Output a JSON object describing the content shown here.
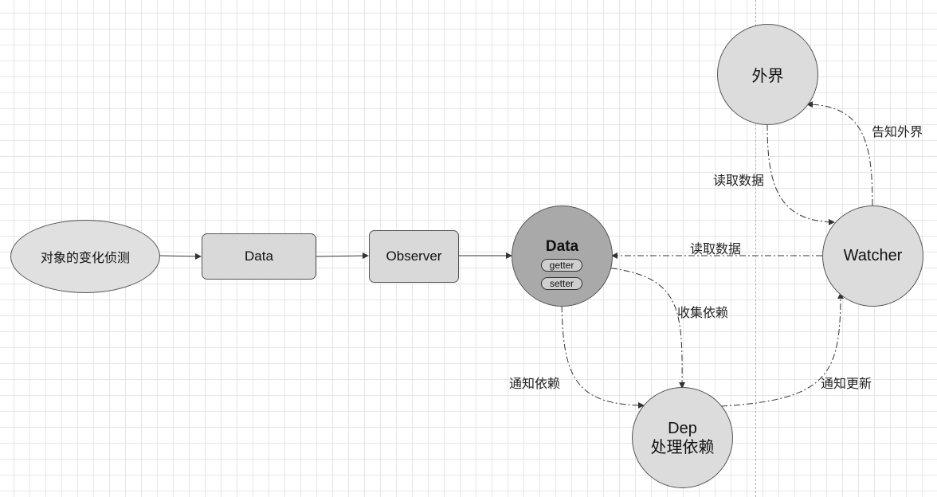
{
  "nodes": {
    "object_detect": "对象的变化侦测",
    "data_rect": "Data",
    "observer": "Observer",
    "data_circle": "Data",
    "getter": "getter",
    "setter": "setter",
    "outside": "外界",
    "watcher": "Watcher",
    "dep_title": "Dep",
    "dep_sub": "处理依赖"
  },
  "edge_labels": {
    "read_data_top": "读取数据",
    "notify_outside": "告知外界",
    "read_data_mid": "读取数据",
    "collect_deps": "收集依赖",
    "notify_deps": "通知依赖",
    "notify_update": "通知更新"
  }
}
